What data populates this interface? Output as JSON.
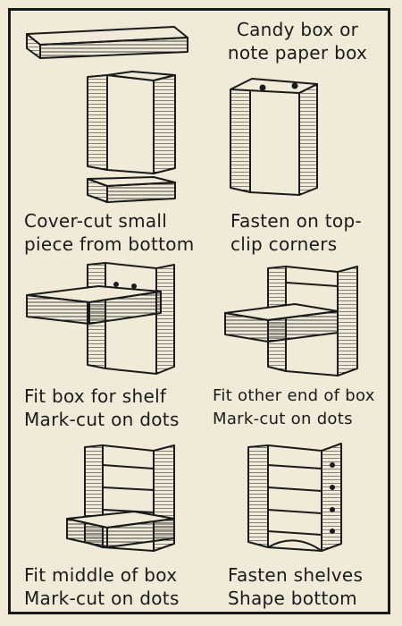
{
  "steps": [
    {
      "line1": "Candy box or",
      "line2": "note paper box"
    },
    {
      "line1": "Cover-cut small",
      "line2": "piece from bottom"
    },
    {
      "line1": "Fasten on top-",
      "line2": "clip corners"
    },
    {
      "line1": "Fit box for shelf",
      "line2": "Mark-cut on dots"
    },
    {
      "line1": "Fit other end of box",
      "line2": "Mark-cut on dots"
    },
    {
      "line1": "Fit middle of box",
      "line2": "Mark-cut on dots"
    },
    {
      "line1": "Fasten shelves",
      "line2": "Shape bottom"
    }
  ]
}
